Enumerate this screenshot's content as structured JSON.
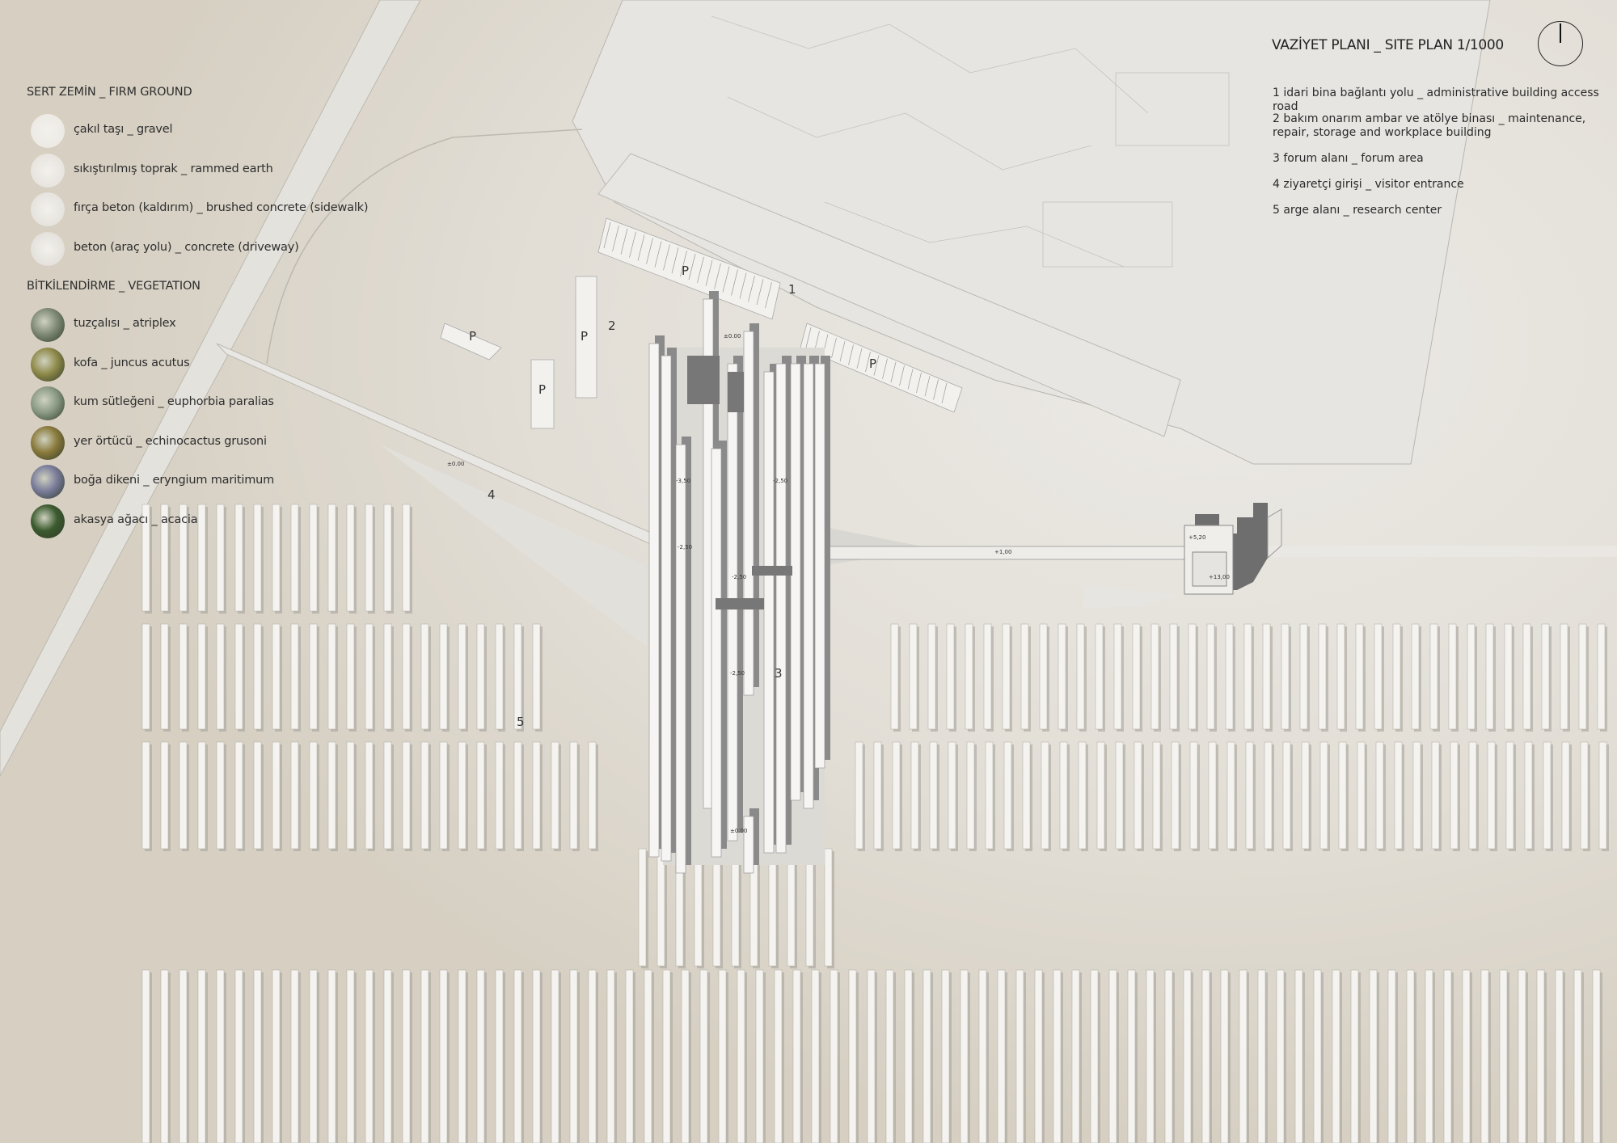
{
  "title": "VAZİYET PLANI _ SITE PLAN 1/1000",
  "north_arrow": "north-arrow",
  "legend": {
    "firm_ground": {
      "heading": "SERT ZEMİN _ FIRM GROUND",
      "items": [
        {
          "label": "çakıl taşı _ gravel",
          "color": "#ece9e3"
        },
        {
          "label": "sıkıştırılmış toprak _ rammed earth",
          "color": "#e6e2dc"
        },
        {
          "label": "fırça beton (kaldırım) _ brushed concrete (sidewalk)",
          "color": "#e4e1db"
        },
        {
          "label": "beton (araç yolu) _ concrete (driveway)",
          "color": "#e2dfd9"
        }
      ]
    },
    "vegetation": {
      "heading": "BİTKİLENDİRME _ VEGETATION",
      "items": [
        {
          "label": "tuzçalısı _ atriplex",
          "color": "#7f8a76"
        },
        {
          "label": "kofa _  juncus acutus",
          "color": "#8f8a4a"
        },
        {
          "label": "kum sütleğeni _ euphorbia paralias",
          "color": "#8a9a84"
        },
        {
          "label": "yer örtücü  _  echinocactus grusoni",
          "color": "#8a7a3c"
        },
        {
          "label": "boğa dikeni  _ eryngium maritimum",
          "color": "#7a7c9a"
        },
        {
          "label": "akasya ağacı  _ acacia",
          "color": "#3b5a2e"
        }
      ]
    }
  },
  "key": [
    {
      "text": "1 idari bina bağlantı yolu _ administrative building access road"
    },
    {
      "text": "2  bakım onarım ambar ve atölye binası _ maintenance, repair, storage and workplace building"
    },
    {
      "text": "3  forum alanı _ forum area"
    },
    {
      "text": "4  ziyaretçi girişi _ visitor entrance"
    },
    {
      "text": "5  arge alanı _ research center"
    }
  ],
  "plan_labels": {
    "n1": "1",
    "n2": "2",
    "n3": "3",
    "n4": "4",
    "n5": "5",
    "parking": "P"
  },
  "elevations": [
    "±0.00",
    "-3,50",
    "-2,50",
    "-2,50",
    "-2,50",
    "±0.00",
    "-2,50",
    "+1,00",
    "+5,20",
    "+13,00",
    "±0.00"
  ]
}
